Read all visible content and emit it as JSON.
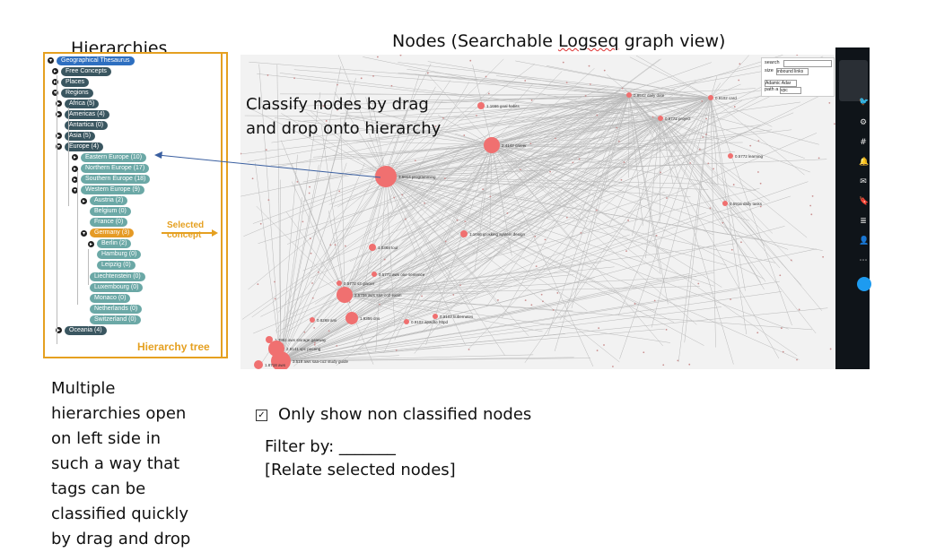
{
  "heading_hierarchies": "Hierarchies",
  "heading_nodes_prefix": "Nodes (Searchable ",
  "heading_nodes_logseq": "Logseq",
  "heading_nodes_suffix": " graph view)",
  "tree": {
    "items": [
      {
        "label": "Geographical Thesaurus",
        "level": 0,
        "toggle": "minus",
        "style": "sel-blue"
      },
      {
        "label": "Free Concepts",
        "level": 1,
        "toggle": "plus",
        "style": "dark"
      },
      {
        "label": "Places",
        "level": 1,
        "toggle": "plus",
        "style": "dark"
      },
      {
        "label": "Regions",
        "level": 1,
        "toggle": "minus",
        "style": "dark"
      },
      {
        "label": "Africa (5)",
        "level": 2,
        "toggle": "plus",
        "style": "dark"
      },
      {
        "label": "Americas (4)",
        "level": 2,
        "toggle": "plus",
        "style": "dark"
      },
      {
        "label": "Antartica (0)",
        "level": 2,
        "toggle": "none",
        "style": "dark"
      },
      {
        "label": "Asia (5)",
        "level": 2,
        "toggle": "plus",
        "style": "dark"
      },
      {
        "label": "Europe (4)",
        "level": 2,
        "toggle": "minus",
        "style": "dark"
      },
      {
        "label": "Eastern Europe (10)",
        "level": 3,
        "toggle": "plus",
        "style": "light"
      },
      {
        "label": "Northern Europe (17)",
        "level": 3,
        "toggle": "plus",
        "style": "light"
      },
      {
        "label": "Southern Europe (18)",
        "level": 3,
        "toggle": "plus",
        "style": "light"
      },
      {
        "label": "Western Europe (9)",
        "level": 3,
        "toggle": "minus",
        "style": "light"
      },
      {
        "label": "Austria (2)",
        "level": 4,
        "toggle": "plus",
        "style": "light"
      },
      {
        "label": "Belgium (0)",
        "level": 4,
        "toggle": "none",
        "style": "light"
      },
      {
        "label": "France (0)",
        "level": 4,
        "toggle": "none",
        "style": "light"
      },
      {
        "label": "Germany (3)",
        "level": 4,
        "toggle": "minus",
        "style": "sel"
      },
      {
        "label": "Berlin (2)",
        "level": 5,
        "toggle": "plus",
        "style": "light"
      },
      {
        "label": "Hamburg (0)",
        "level": 5,
        "toggle": "none",
        "style": "light"
      },
      {
        "label": "Leipzig (0)",
        "level": 5,
        "toggle": "none",
        "style": "light"
      },
      {
        "label": "Liechtenstein (0)",
        "level": 4,
        "toggle": "none",
        "style": "light"
      },
      {
        "label": "Luxembourg (0)",
        "level": 4,
        "toggle": "none",
        "style": "light"
      },
      {
        "label": "Monaco (0)",
        "level": 4,
        "toggle": "none",
        "style": "light"
      },
      {
        "label": "Netherlands (0)",
        "level": 4,
        "toggle": "none",
        "style": "light"
      },
      {
        "label": "Switzerland (0)",
        "level": 4,
        "toggle": "none",
        "style": "light"
      },
      {
        "label": "Oceania (4)",
        "level": 2,
        "toggle": "plus",
        "style": "dark"
      }
    ],
    "selected_concept_line1": "Selected",
    "selected_concept_line2": "concept",
    "footer_label": "Hierarchy tree"
  },
  "graph": {
    "overlay_line1": "Classify nodes by drag",
    "overlay_line2": "and drop onto hierarchy",
    "controls": {
      "search_label": "search",
      "size_label": "size",
      "size_value": "inbound links",
      "algo_value": "Adamic Adar",
      "path_label": "path a",
      "path_value": "vpc"
    },
    "nodes": [
      {
        "label": "3.6014 programming",
        "size": 12
      },
      {
        "label": "2.4142 career",
        "size": 9
      },
      {
        "label": "1.1666 goal habits",
        "size": 4
      },
      {
        "label": "0.8542 daily date",
        "size": 3
      },
      {
        "label": "0.9102 card",
        "size": 3
      },
      {
        "label": "0.5772 project",
        "size": 3
      },
      {
        "label": "0.5772 learning",
        "size": 3
      },
      {
        "label": "0.5916 daily tasks",
        "size": 3
      },
      {
        "label": "1.1666 grokking system design",
        "size": 4
      },
      {
        "label": "1.0368 tool",
        "size": 4
      },
      {
        "label": "0.5772 aws one sentence",
        "size": 3
      },
      {
        "label": "0.5772 s3 glacier",
        "size": 3
      },
      {
        "label": "2.5706 aws saa-co2 exam",
        "size": 9
      },
      {
        "label": "1.9356 dns",
        "size": 7
      },
      {
        "label": "0.8268 ami",
        "size": 3
      },
      {
        "label": "0.9102 kubernetes",
        "size": 3
      },
      {
        "label": "0.9102 apache httpd",
        "size": 3
      },
      {
        "label": "1.3951 aws storage gateway",
        "size": 4
      },
      {
        "label": "2.8141 vpc peering",
        "size": 9
      },
      {
        "label": "3.518 aws saa-co2 study guide",
        "size": 11
      },
      {
        "label": "1.8718 aws",
        "size": 5
      }
    ]
  },
  "left_note": "Multiple hierarchies open on left side in such a way that tags can be classified quickly by drag and drop",
  "left_note_lines": [
    "Multiple",
    "hierarchies open",
    "on left side in",
    "such a way that",
    "tags can be",
    "classified quickly",
    "by drag and drop"
  ],
  "checkbox": {
    "checked": true,
    "label": "Only show non classified nodes"
  },
  "filter": {
    "label": "Filter by:",
    "blank": "_______"
  },
  "relate_action": "[Relate selected nodes]",
  "colors": {
    "accent": "#e5a020",
    "node": "#f07070",
    "arrow": "#3a5fa0",
    "teal": "#5b9aa0"
  }
}
